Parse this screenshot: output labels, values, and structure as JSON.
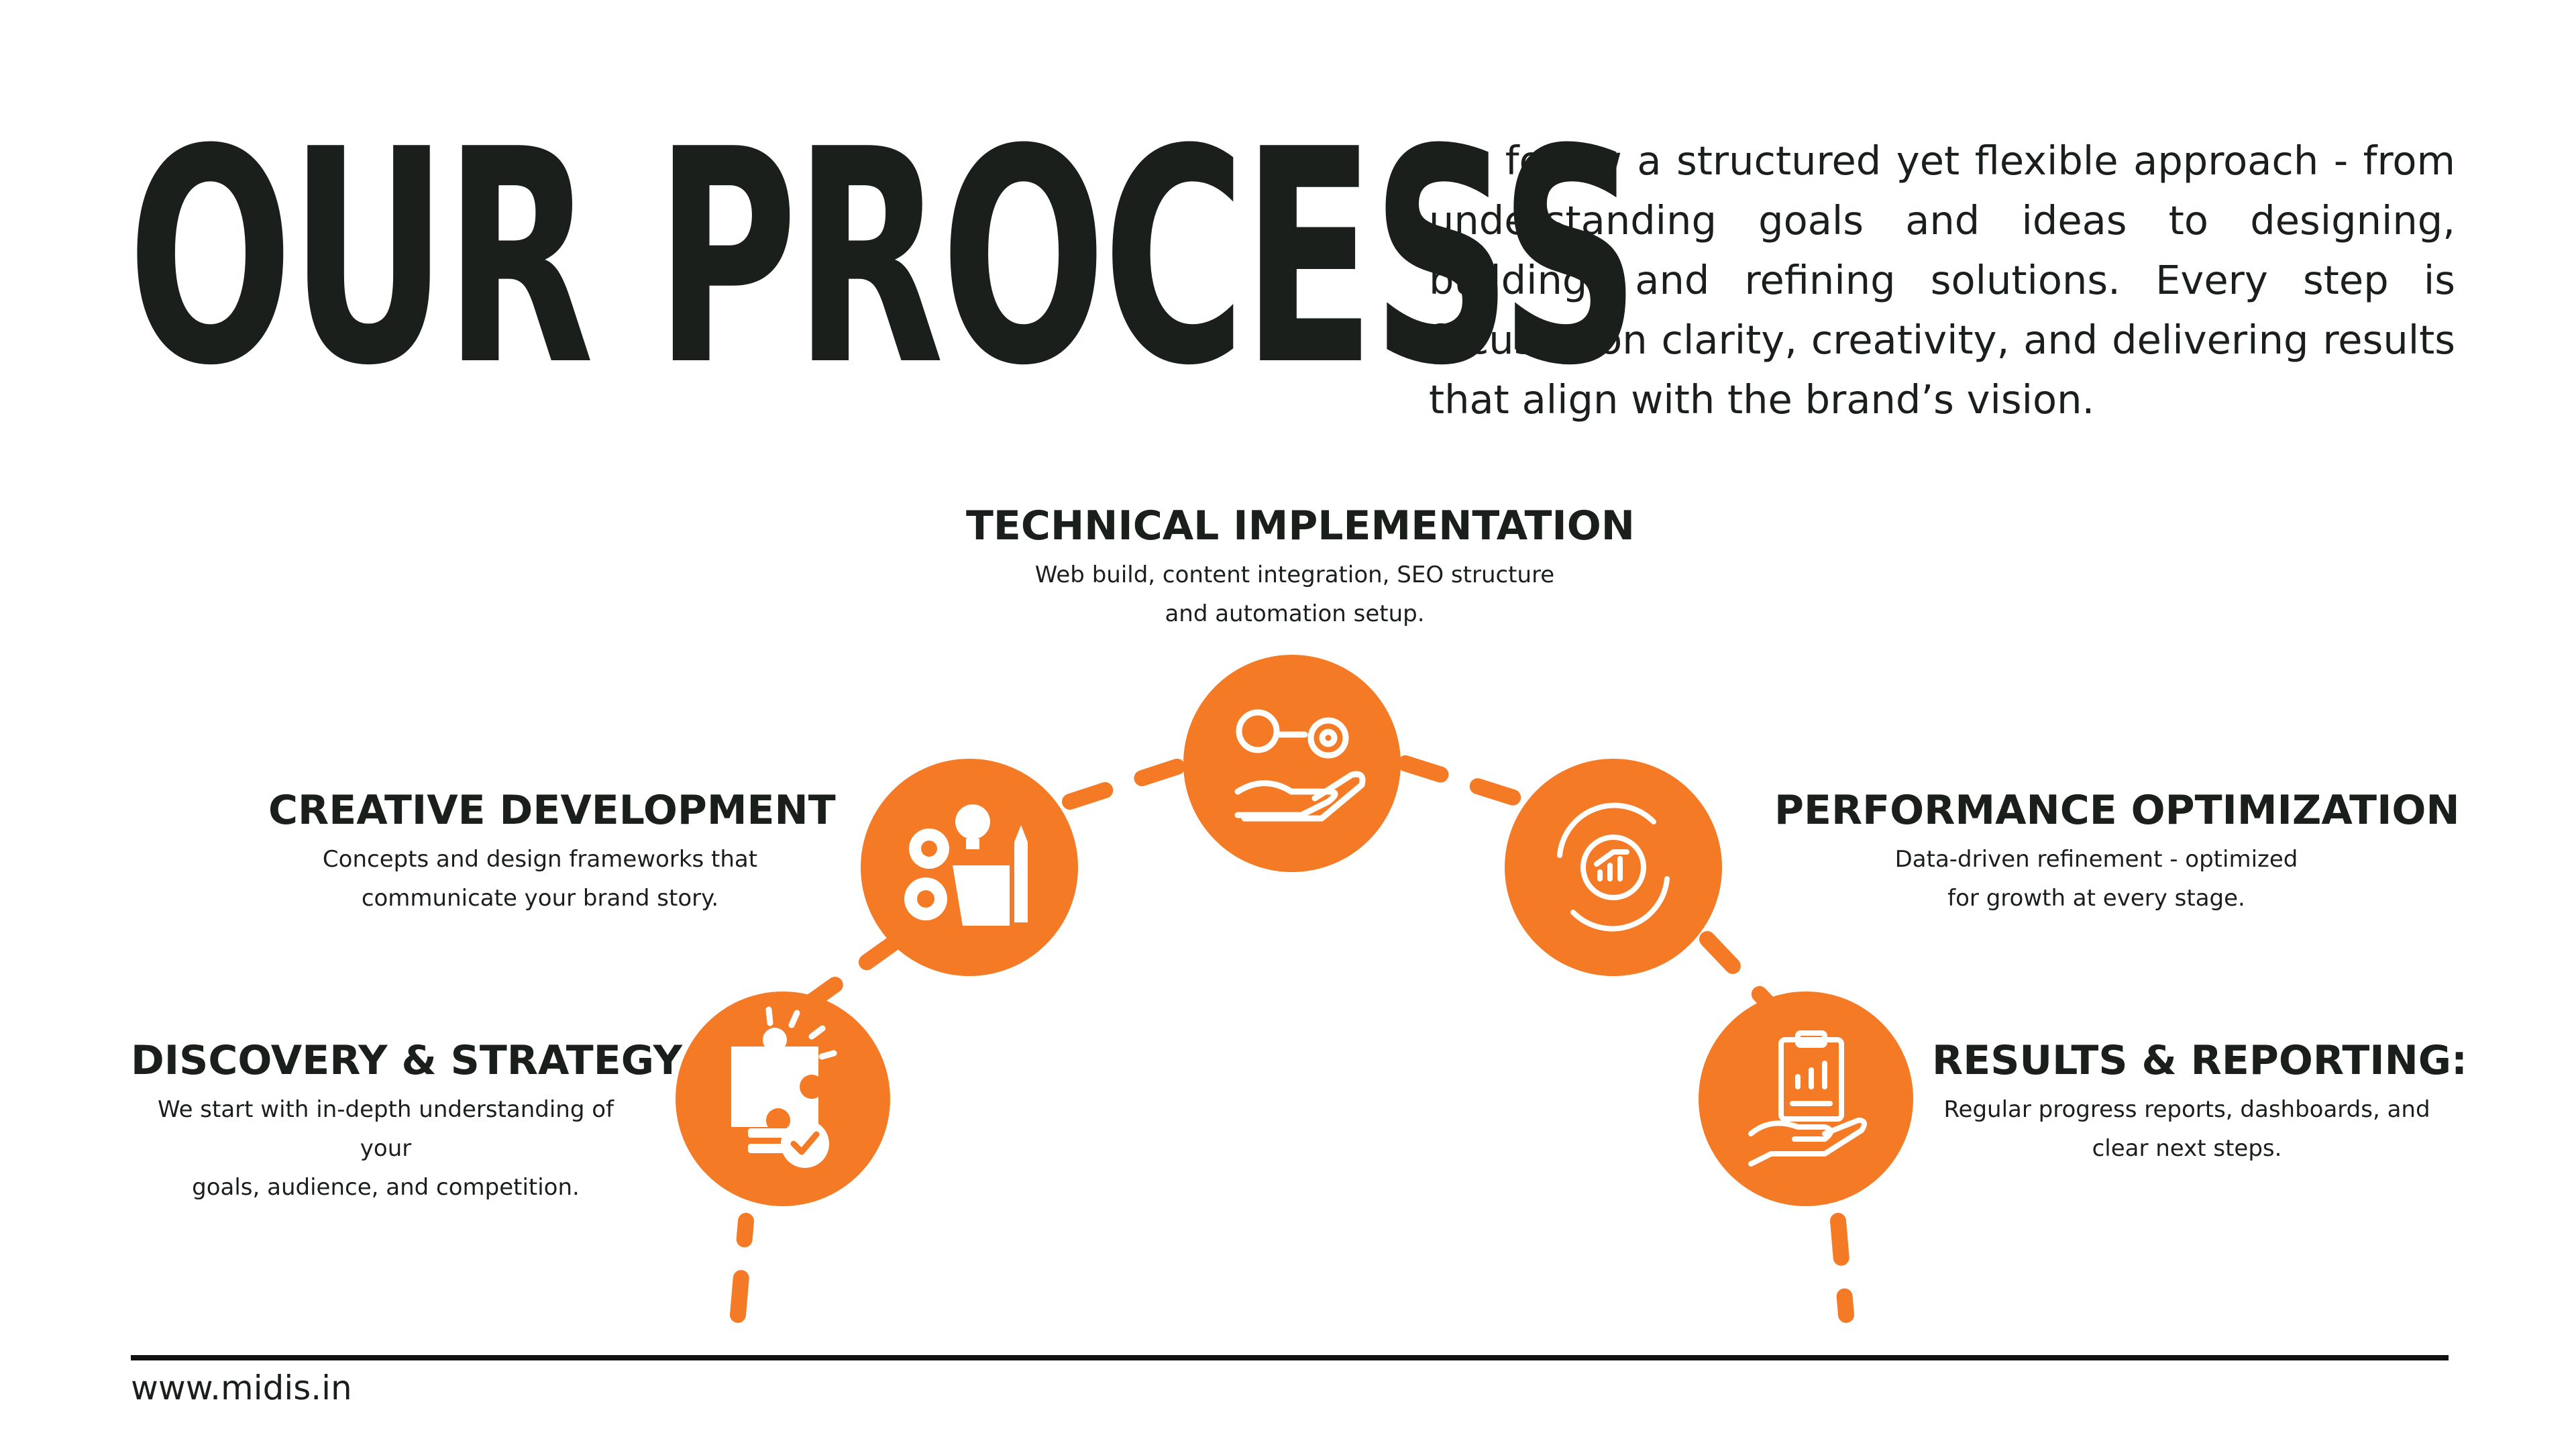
{
  "title": "OUR PROCESS",
  "intro": "We follow a structured yet flexible approach - from understanding goals and ideas to designing, building, and refining solutions. Every step is focused on clarity, creativity, and delivering results that align with the brand’s vision.",
  "accent_color": "#f57a25",
  "steps": [
    {
      "title": "DISCOVERY & STRATEGY",
      "desc_line1": "We start with in-depth understanding of your",
      "desc_line2": "goals, audience, and competition.",
      "icon": "puzzle-head-checkmark-icon"
    },
    {
      "title": "CREATIVE DEVELOPMENT",
      "desc_line1": "Concepts and design frameworks that",
      "desc_line2": "communicate your brand story.",
      "icon": "gears-lightbulb-pencil-icon"
    },
    {
      "title": "TECHNICAL IMPLEMENTATION",
      "desc_line1": "Web build, content integration, SEO structure",
      "desc_line2": "and automation setup.",
      "icon": "hand-idea-gear-icon"
    },
    {
      "title": "PERFORMANCE OPTIMIZATION",
      "desc_line1": "Data-driven refinement - optimized",
      "desc_line2": "for growth at every stage.",
      "icon": "gear-growth-cycle-icon"
    },
    {
      "title": "RESULTS & REPORTING:",
      "desc_line1": "Regular progress reports, dashboards, and",
      "desc_line2": "clear next steps.",
      "icon": "hand-clipboard-report-icon"
    }
  ],
  "footer": "www.midis.in"
}
